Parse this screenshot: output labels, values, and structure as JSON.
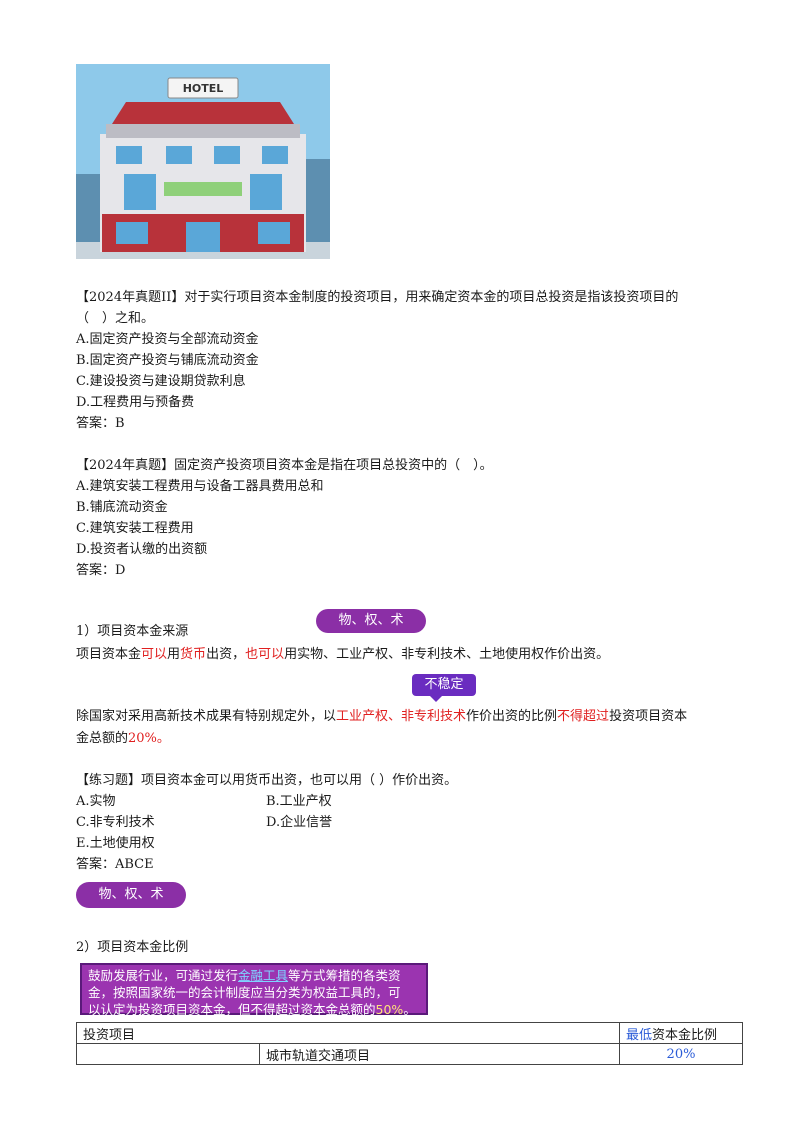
{
  "image": {
    "sign_text": "HOTEL"
  },
  "q1": {
    "line1": "【2024年真题II】对于实行项目资本金制度的投资项目，用来确定资本金的项目总投资是指该投资项目的",
    "line2": "（　）之和。",
    "options": [
      "A.固定资产投资与全部流动资金",
      "B.固定资产投资与铺底流动资金",
      "C.建设投资与建设期贷款利息",
      "D.工程费用与预备费"
    ],
    "answer": "答案：B"
  },
  "q2": {
    "line1": "【2024年真题】固定资产投资项目资本金是指在项目总投资中的（　）。",
    "options": [
      "A.建筑安装工程费用与设备工器具费用总和",
      "B.铺底流动资金",
      "C.建筑安装工程费用",
      "D.投资者认缴的出资额"
    ],
    "answer": "答案：D"
  },
  "section1": {
    "heading": "1）项目资本金来源",
    "pill": "物、权、术",
    "p1": {
      "a": "项目资本金",
      "b": "可以",
      "c": "用",
      "d": "货币",
      "e": "出资，",
      "f": "也可以",
      "g": "用实物、工业产权、非专利技术、土地使用权作价出资。"
    },
    "tag": "不稳定",
    "p2": {
      "a": "除国家对采用高新技术成果有特别规定外，以",
      "b": "工业产权、非专利技术",
      "c": "作价出资的比例",
      "d": "不得超过",
      "e": "投资项目资本",
      "f": "金总额的",
      "g": "20%。"
    }
  },
  "practice": {
    "line1": "【练习题】项目资本金可以用货币出资，也可以用（ ）作价出资。",
    "options": {
      "a": "A.实物",
      "b": "B.工业产权",
      "c": "C.非专利技术",
      "d": "D.企业信誉",
      "e": "E.土地使用权"
    },
    "answer": "答案：ABCE",
    "pill": "物、权、术"
  },
  "section2": {
    "heading": "2）项目资本金比例",
    "box": {
      "l1a": "鼓励发展行业，可通过发行",
      "l1b": "金融工具",
      "l1c": "等方式筹措的各类资",
      "l2": "金，按照国家统一的会计制度应当分类为权益工具的，可",
      "l3a": "以认定为投资项目资本金，但不得超过资本金总额的",
      "l3b": "50%",
      "l3c": "。"
    },
    "table": {
      "h1": "投资项目",
      "h2a": "最低",
      "h2b": "资本金比例",
      "r1": "城市轨道交通项目",
      "r1v": "20%"
    }
  }
}
